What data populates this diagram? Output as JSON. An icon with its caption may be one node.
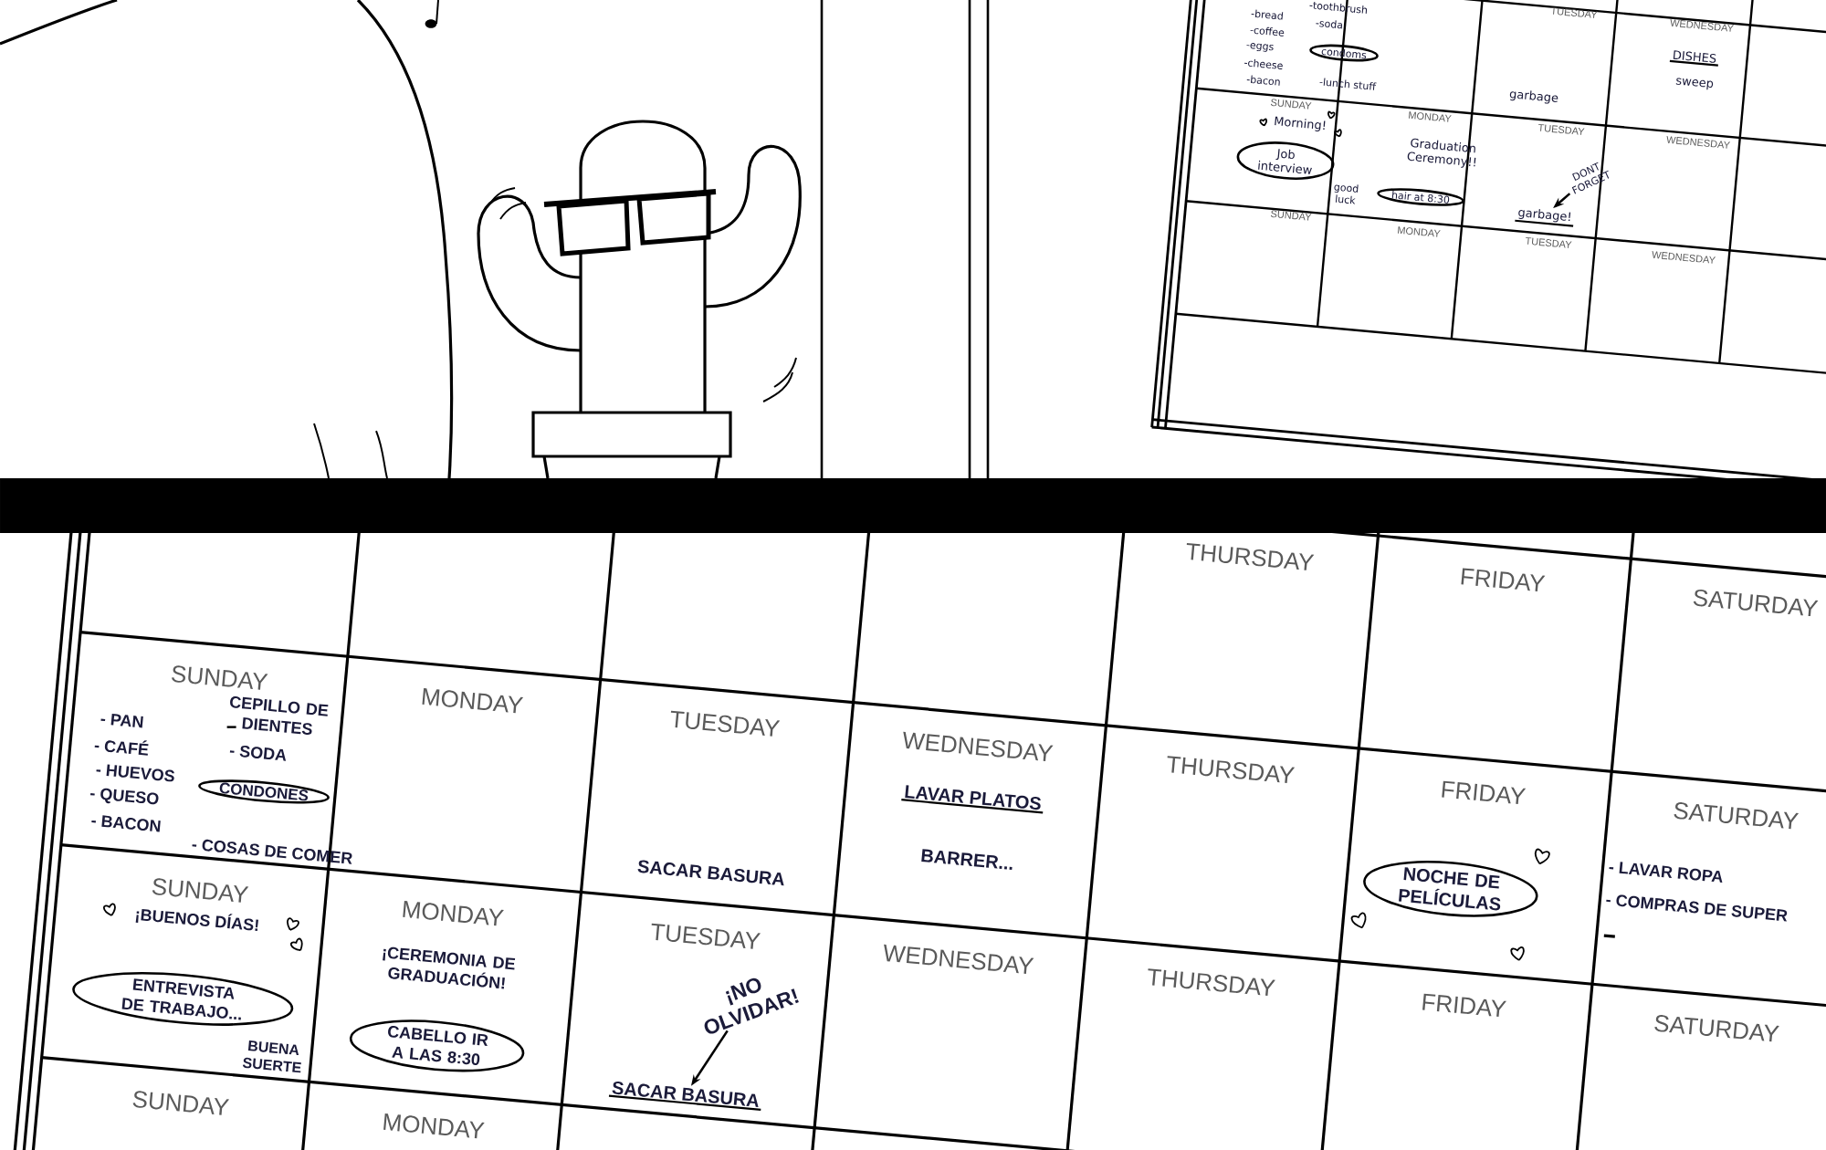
{
  "diagram": {
    "nodes": [
      {
        "text": [
          "condoms"
        ]
      },
      {
        "text": [
          "Job interview"
        ]
      },
      {
        "text": [
          "hair at 8:30"
        ]
      },
      {
        "text": [
          "DONT FORGET"
        ]
      },
      {
        "text": [
          "garbage!"
        ]
      },
      {
        "text": [
          "CONDONES"
        ]
      },
      {
        "text": [
          "ENTREVISTA DE TRABAJO..."
        ]
      },
      {
        "text": [
          "CABELLO IR A LAS 8:30"
        ]
      },
      {
        "text": [
          "¡NO OLVIDAR!"
        ]
      },
      {
        "text": [
          "SACAR BASURA"
        ]
      },
      {
        "text": [
          "NOCHE DE PELÍCULAS"
        ]
      }
    ],
    "edges": [
      {
        "from": 3,
        "to": 4,
        "arrow": "to"
      },
      {
        "from": 8,
        "to": 9,
        "arrow": "to"
      }
    ],
    "labels": [
      "-bread",
      "-coffee",
      "-eggs",
      "-cheese",
      "-bacon",
      "-toothbrush",
      "-soda",
      "-lunch stuff",
      "TUESDAY",
      "WEDNESDAY",
      "garbage",
      "DISHES",
      "sweep",
      "SUNDAY",
      "MONDAY",
      "TUESDAY",
      "WEDNESDAY",
      "Morning!",
      "Graduation Ceremony!!",
      "good luck",
      "SUNDAY",
      "MONDAY",
      "TUESDAY",
      "WEDNESDAY",
      "THURSDAY",
      "FRIDAY",
      "SATURDAY",
      "SUNDAY",
      "- PAN",
      "- CAFÉ",
      "- HUEVOS",
      "- QUESO",
      "- BACON",
      "CEPILLO DE DIENTES",
      "- SODA",
      "- COSAS DE COMER",
      "MONDAY",
      "TUESDAY",
      "SACAR BASURA",
      "WEDNESDAY",
      "LAVAR PLATOS",
      "BARRER...",
      "THURSDAY",
      "FRIDAY",
      "SATURDAY",
      "- LAVAR ROPA",
      "- COMPRAS DE SUPER",
      "SUNDAY",
      "¡BUENOS DÍAS!",
      "BUENA SUERTE",
      "MONDAY",
      "¡CEREMONIA DE GRADUACIÓN!",
      "TUESDAY",
      "WEDNESDAY",
      "THURSDAY",
      "FRIDAY",
      "SATURDAY",
      "SUNDAY",
      "MONDAY"
    ]
  }
}
